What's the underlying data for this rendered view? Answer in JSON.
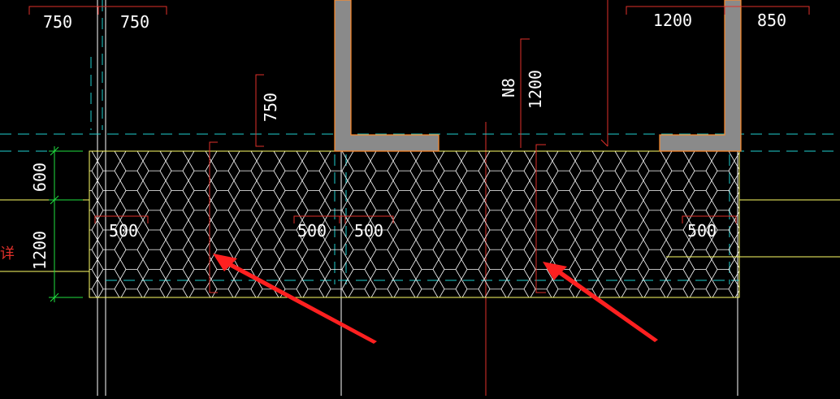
{
  "colors": {
    "background": "#000000",
    "dimension": "#e0302a",
    "dimension_text": "#ffffff",
    "axis_line": "#ffffff",
    "cyan_dashed": "#1fd0d0",
    "slab_edge": "#ffff66",
    "hatch": "#ffffff",
    "wall_fill": "#8a8a8a",
    "wall_edge": "#ff8a2a",
    "arrow": "#ff2020",
    "green_tick": "#20e040",
    "grid_red": "#c00000"
  },
  "dimensions": {
    "top_left_1": "750",
    "top_left_2": "750",
    "top_right_1": "1200",
    "top_right_2": "850",
    "vertical_750": "750",
    "vertical_1200_label": "1200",
    "rebar_label": "N8",
    "left_600": "600",
    "left_1200": "1200",
    "inner_500_a": "500",
    "inner_500_b": "500",
    "inner_500_c": "500",
    "inner_500_d": "500",
    "side_char": "详"
  },
  "annotations": {
    "arrow_left": "arrow",
    "arrow_right": "arrow"
  }
}
